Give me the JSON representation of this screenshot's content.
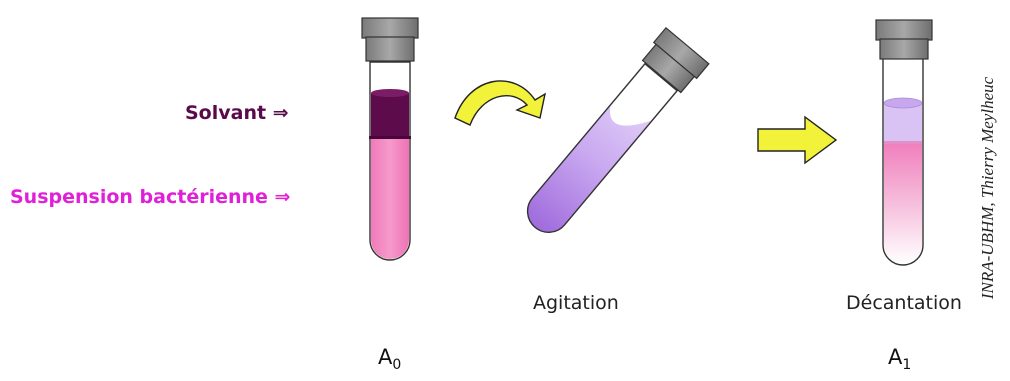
{
  "labels": {
    "solvent": "Solvant ⇒",
    "suspension": "Suspension bactérienne ⇒"
  },
  "steps": {
    "agitation": "Agitation",
    "decantation": "Décantation"
  },
  "samples": {
    "a0_letter": "A",
    "a0_index": "0",
    "a1_letter": "A",
    "a1_index": "1"
  },
  "credit": "INRA-UBHM, Thierry Meylheuc",
  "colors": {
    "solvent": "#5a0a4a",
    "suspension_text": "#e020d8",
    "pink_liquid": "#f28ec4",
    "violet_liquid": "#b98ee8",
    "arrow_yellow": "#f2f23a",
    "cap_grey": "#8a8a8a"
  }
}
